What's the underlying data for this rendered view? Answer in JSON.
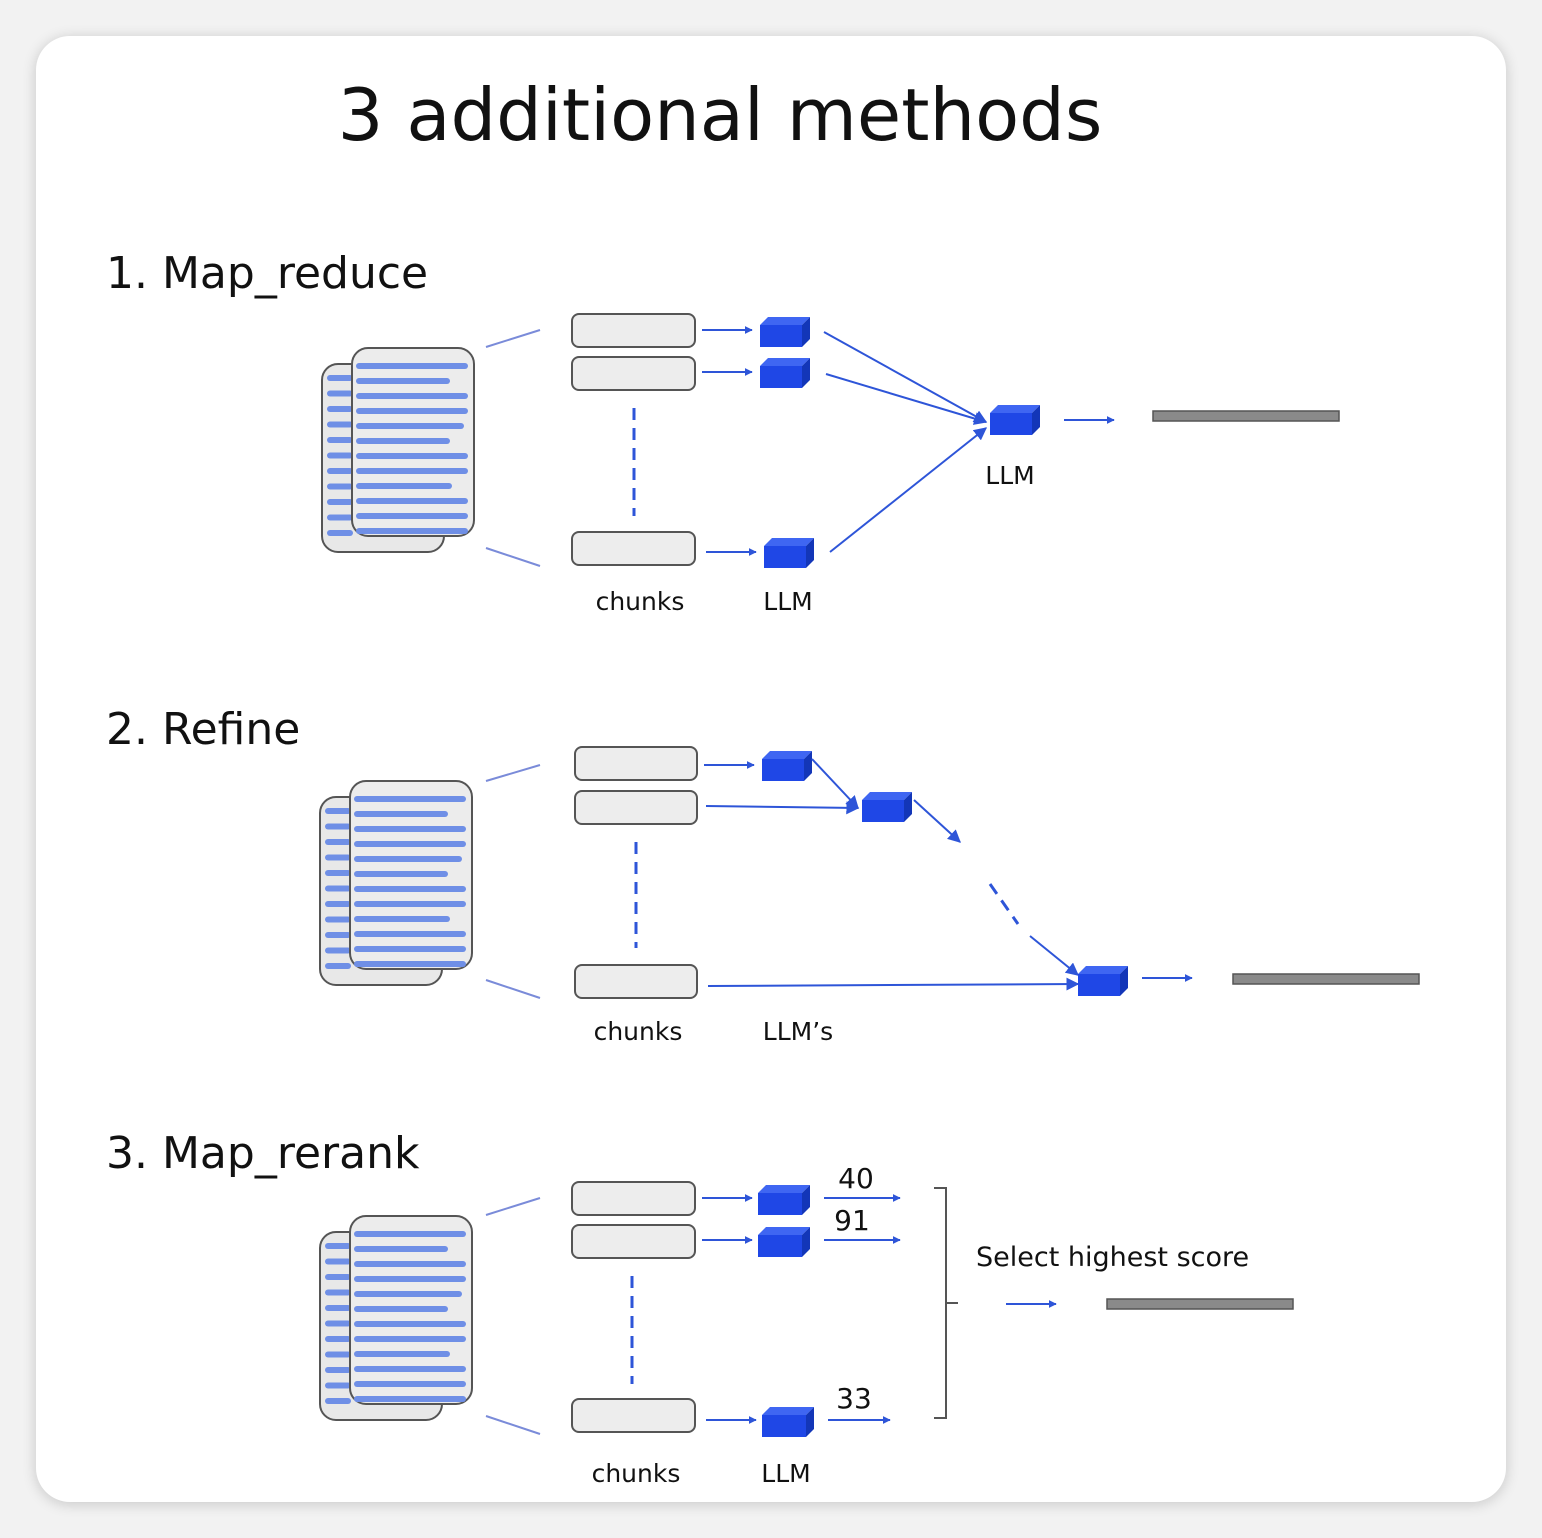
{
  "title": "3 additional methods",
  "sections": [
    {
      "heading": "1. Map_reduce",
      "chunks_label": "chunks",
      "llm_label": "LLM",
      "reduce_llm_label": "LLM"
    },
    {
      "heading": "2. Refine",
      "chunks_label": "chunks",
      "llm_label": "LLM’s"
    },
    {
      "heading": "3. Map_rerank",
      "chunks_label": "chunks",
      "llm_label": "LLM",
      "scores": [
        "40",
        "91",
        "33"
      ],
      "select_label": "Select highest score"
    }
  ],
  "colors": {
    "llm_cube": "#1f47e6",
    "arrow": "#2e55d8",
    "document_text_lines": "#6f8fe6",
    "output_bar": "#8a8a8a"
  },
  "icons": [
    "document-stack-icon",
    "llm-cube-icon",
    "arrow-icon",
    "output-bar-icon"
  ]
}
